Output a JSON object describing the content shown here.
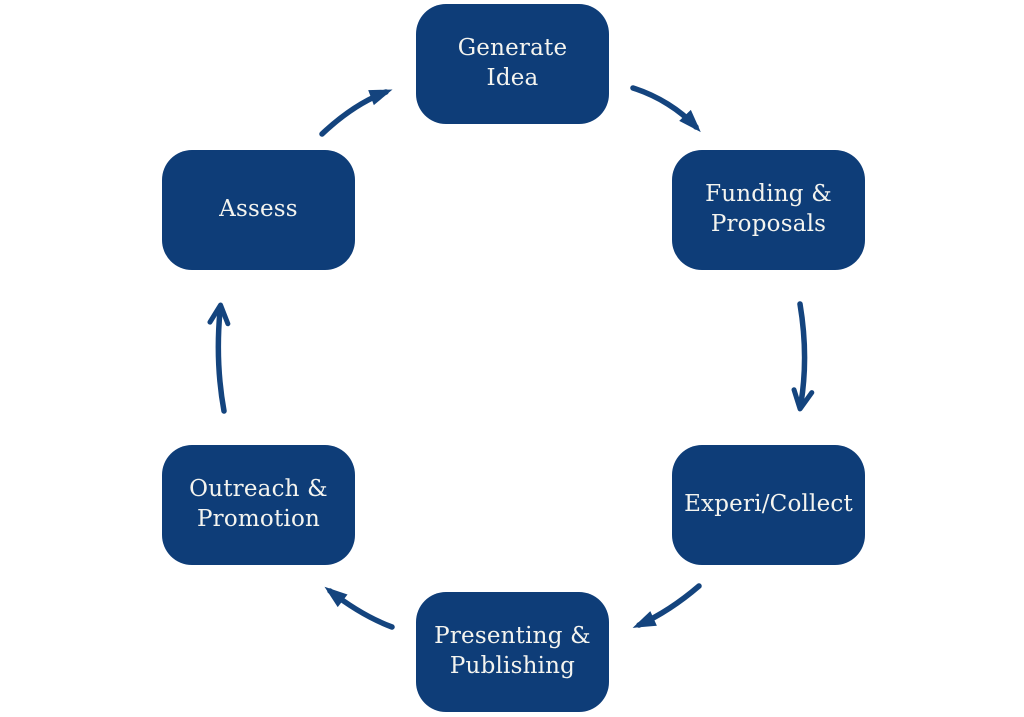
{
  "diagram": {
    "type": "cycle",
    "direction": "clockwise",
    "nodes": [
      {
        "id": "generate-idea",
        "label": "Generate Idea"
      },
      {
        "id": "funding-proposals",
        "label": "Funding & Proposals"
      },
      {
        "id": "experi-collect",
        "label": "Experi/Collect"
      },
      {
        "id": "presenting-publishing",
        "label": "Presenting & Publishing"
      },
      {
        "id": "outreach-promotion",
        "label": "Outreach & Promotion"
      },
      {
        "id": "assess",
        "label": "Assess"
      }
    ],
    "edges": [
      {
        "from": "generate-idea",
        "to": "funding-proposals"
      },
      {
        "from": "funding-proposals",
        "to": "experi-collect"
      },
      {
        "from": "experi-collect",
        "to": "presenting-publishing"
      },
      {
        "from": "presenting-publishing",
        "to": "outreach-promotion"
      },
      {
        "from": "outreach-promotion",
        "to": "assess"
      },
      {
        "from": "assess",
        "to": "generate-idea"
      }
    ],
    "colors": {
      "node_fill": "#0e3d78",
      "node_text": "#f4f4ef",
      "arrow": "#14447e",
      "background": "#ffffff"
    }
  }
}
